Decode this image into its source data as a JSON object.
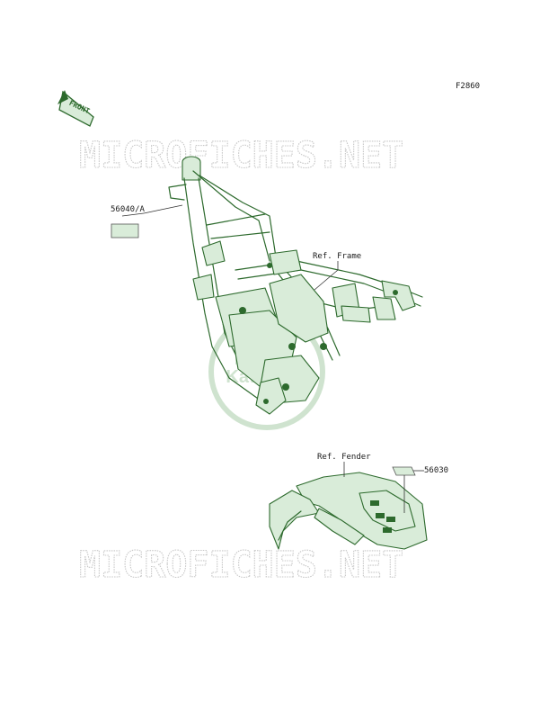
{
  "figure_code": "F2860",
  "front_label": "FRONT",
  "watermark_text": "MICROFICHES.NET",
  "logo_text": "Kawasaki",
  "callouts": {
    "label_frame": "56040/A",
    "ref_frame": "Ref. Frame",
    "ref_fender": "Ref. Fender",
    "label_fender": "56030"
  },
  "colors": {
    "part_fill": "#d9ecd9",
    "part_stroke": "#2d6a2d",
    "watermark": "#c8c8c8",
    "logo": "#cfe3cf"
  }
}
